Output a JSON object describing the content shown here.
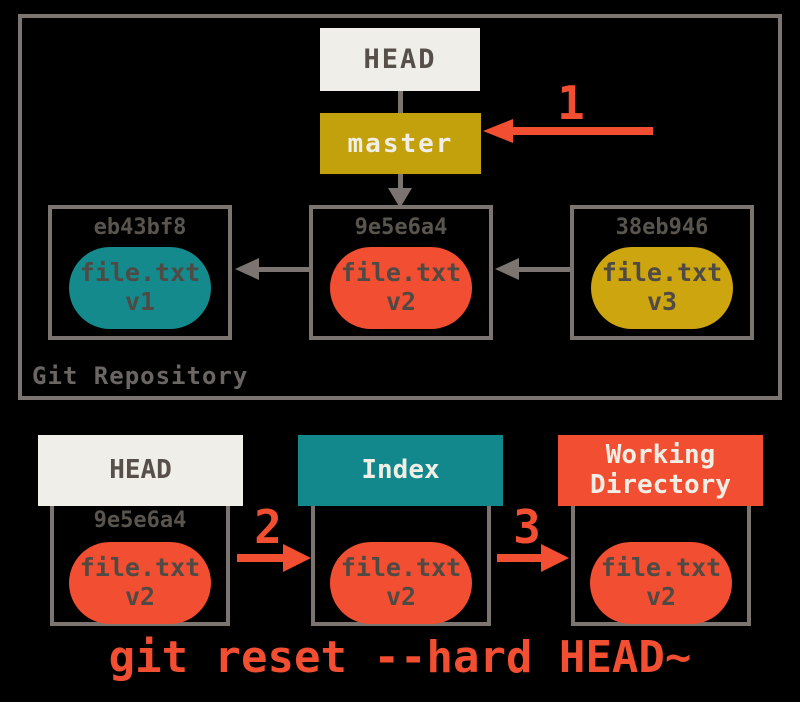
{
  "colors": {
    "background": "#000000",
    "border_gray": "#7B7471",
    "cream": "#F0EEE8",
    "gold": "#C3A10D",
    "teal": "#12888D",
    "red": "#F14E32",
    "dark_text": "#57504A",
    "hash_text": "#59544E",
    "oval_text": "#4F4A44",
    "label_gray": "#6B6663",
    "light_text": "#F1EEE6"
  },
  "repo": {
    "label": "Git Repository",
    "head_label": "HEAD",
    "branch_label": "master",
    "arrow1_label": "1",
    "commits": [
      {
        "hash": "eb43bf8",
        "file": "file.txt",
        "version": "v1",
        "color": "#148A8D"
      },
      {
        "hash": "9e5e6a4",
        "file": "file.txt",
        "version": "v2",
        "color": "#F14E32"
      },
      {
        "hash": "38eb946",
        "file": "file.txt",
        "version": "v3",
        "color": "#CCA50F"
      }
    ]
  },
  "areas": {
    "head": {
      "label": "HEAD",
      "hash": "9e5e6a4",
      "file": "file.txt",
      "version": "v2"
    },
    "index": {
      "label": "Index",
      "file": "file.txt",
      "version": "v2"
    },
    "workdir": {
      "label": "Working Directory",
      "file": "file.txt",
      "version": "v2"
    },
    "arrow2_label": "2",
    "arrow3_label": "3"
  },
  "command": "git reset --hard HEAD~"
}
